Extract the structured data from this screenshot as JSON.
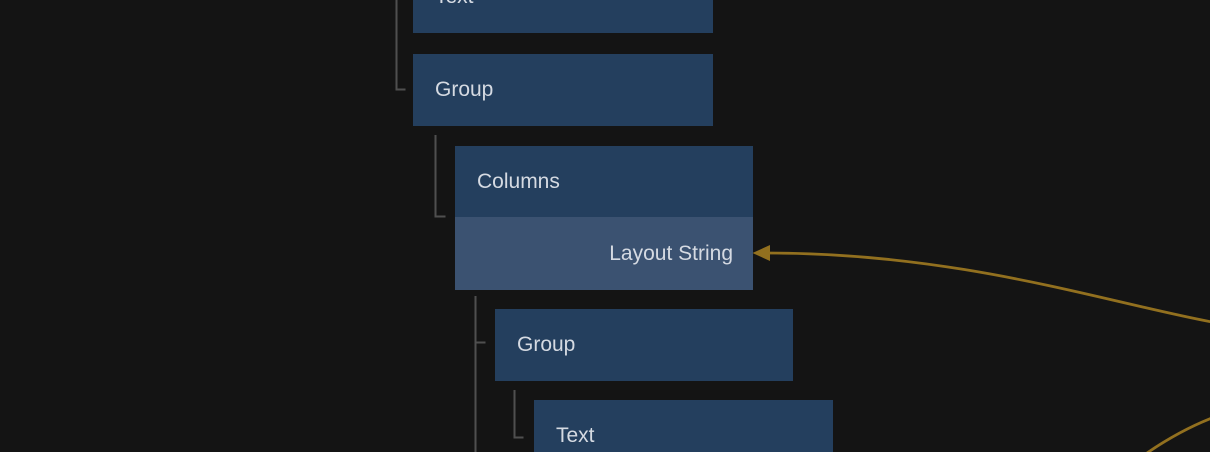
{
  "colors": {
    "canvas_bg": "#141414",
    "node_fill": "#243f5e",
    "port_row_fill": "#3b5271",
    "node_label": "#d5dae2",
    "tree_line": "#4f4f4f",
    "wire": "#92701f"
  },
  "tree": {
    "nodes": [
      {
        "label": "Text"
      },
      {
        "label": "Group"
      },
      {
        "label": "Columns",
        "port": {
          "label": "Layout String"
        }
      },
      {
        "label": "Group"
      },
      {
        "label": "Text"
      }
    ]
  }
}
